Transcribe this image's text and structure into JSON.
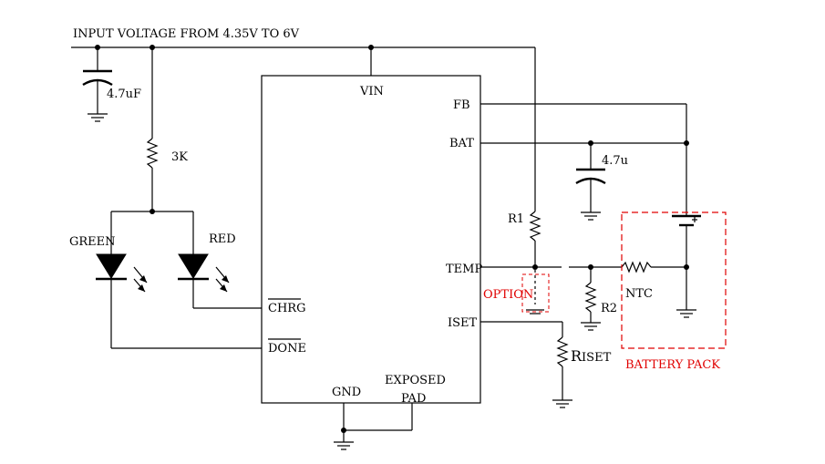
{
  "title": "INPUT VOLTAGE FROM 4.35V TO 6V",
  "components": {
    "c_in": "4.7uF",
    "r_led": "3K",
    "led_green": "GREEN",
    "led_red": "RED",
    "c_bat": "4.7u",
    "r1": "R1",
    "r2": "R2",
    "ntc": "NTC",
    "riset_prefix": "R",
    "riset_suffix": "ISET"
  },
  "chip_pins": {
    "vin": "VIN",
    "fb": "FB",
    "bat": "BAT",
    "temp": "TEMP",
    "iset": "ISET",
    "chrg": "CHRG",
    "done": "DONE",
    "gnd": "GND",
    "exposed_1": "EXPOSED",
    "exposed_2": "PAD"
  },
  "annotations": {
    "option": "OPTION",
    "battery_pack": "BATTERY PACK"
  },
  "colors": {
    "wire": "#000000",
    "highlight": "#e00000"
  }
}
